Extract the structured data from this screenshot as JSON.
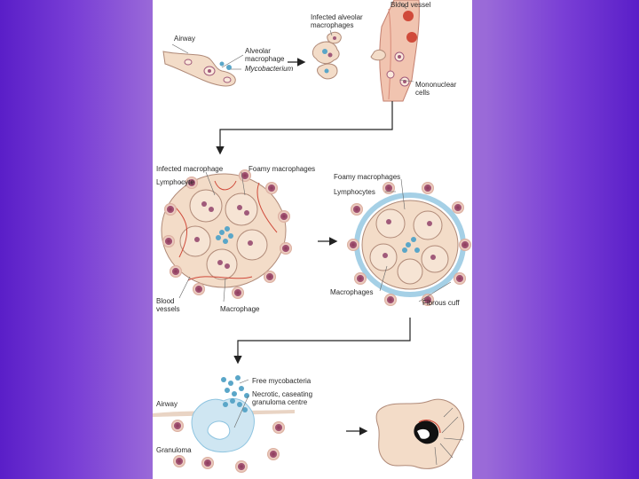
{
  "slide": {
    "background_colors": [
      "#5a1ec8",
      "#a274da"
    ],
    "panel_color": "#ffffff"
  },
  "figure": {
    "stage1": {
      "airway": "Airway",
      "alveolar_macrophage": [
        "Alveolar",
        "macrophage"
      ],
      "mycobacterium": "Mycobacterium",
      "infected_alveolar_macrophages": [
        "Infected alveolar",
        "macrophages"
      ],
      "blood_vessel": "Blood vessel",
      "mononuclear_cells": [
        "Mononuclear",
        "cells"
      ]
    },
    "stage2": {
      "infected_macrophage": "Infected macrophage",
      "foamy_macrophages": "Foamy macrophages",
      "lymphocyte": "Lymphocyte",
      "blood_vessels": [
        "Blood",
        "vessels"
      ],
      "macrophage": "Macrophage"
    },
    "stage3": {
      "foamy_macrophages": "Foamy macrophages",
      "lymphocytes": "Lymphocytes",
      "macrophages": "Macrophages",
      "fibrous_cuff": "Fibrous cuff"
    },
    "stage4": {
      "free_mycobacteria": "Free mycobacteria",
      "necrotic_centre": [
        "Necrotic, caseating",
        "granuloma centre"
      ],
      "airway": "Airway",
      "granuloma": "Granuloma"
    },
    "colors": {
      "cell_fill": "#f3dcc8",
      "cell_stroke": "#b08a78",
      "nucleus": "#a05a7a",
      "lymphocyte_ring": "#e0b0a0",
      "bacteria": "#5aa6c8",
      "vessel_red": "#d04a3a",
      "fibrous_blue": "#8ec4e0",
      "arrow": "#222222"
    }
  }
}
